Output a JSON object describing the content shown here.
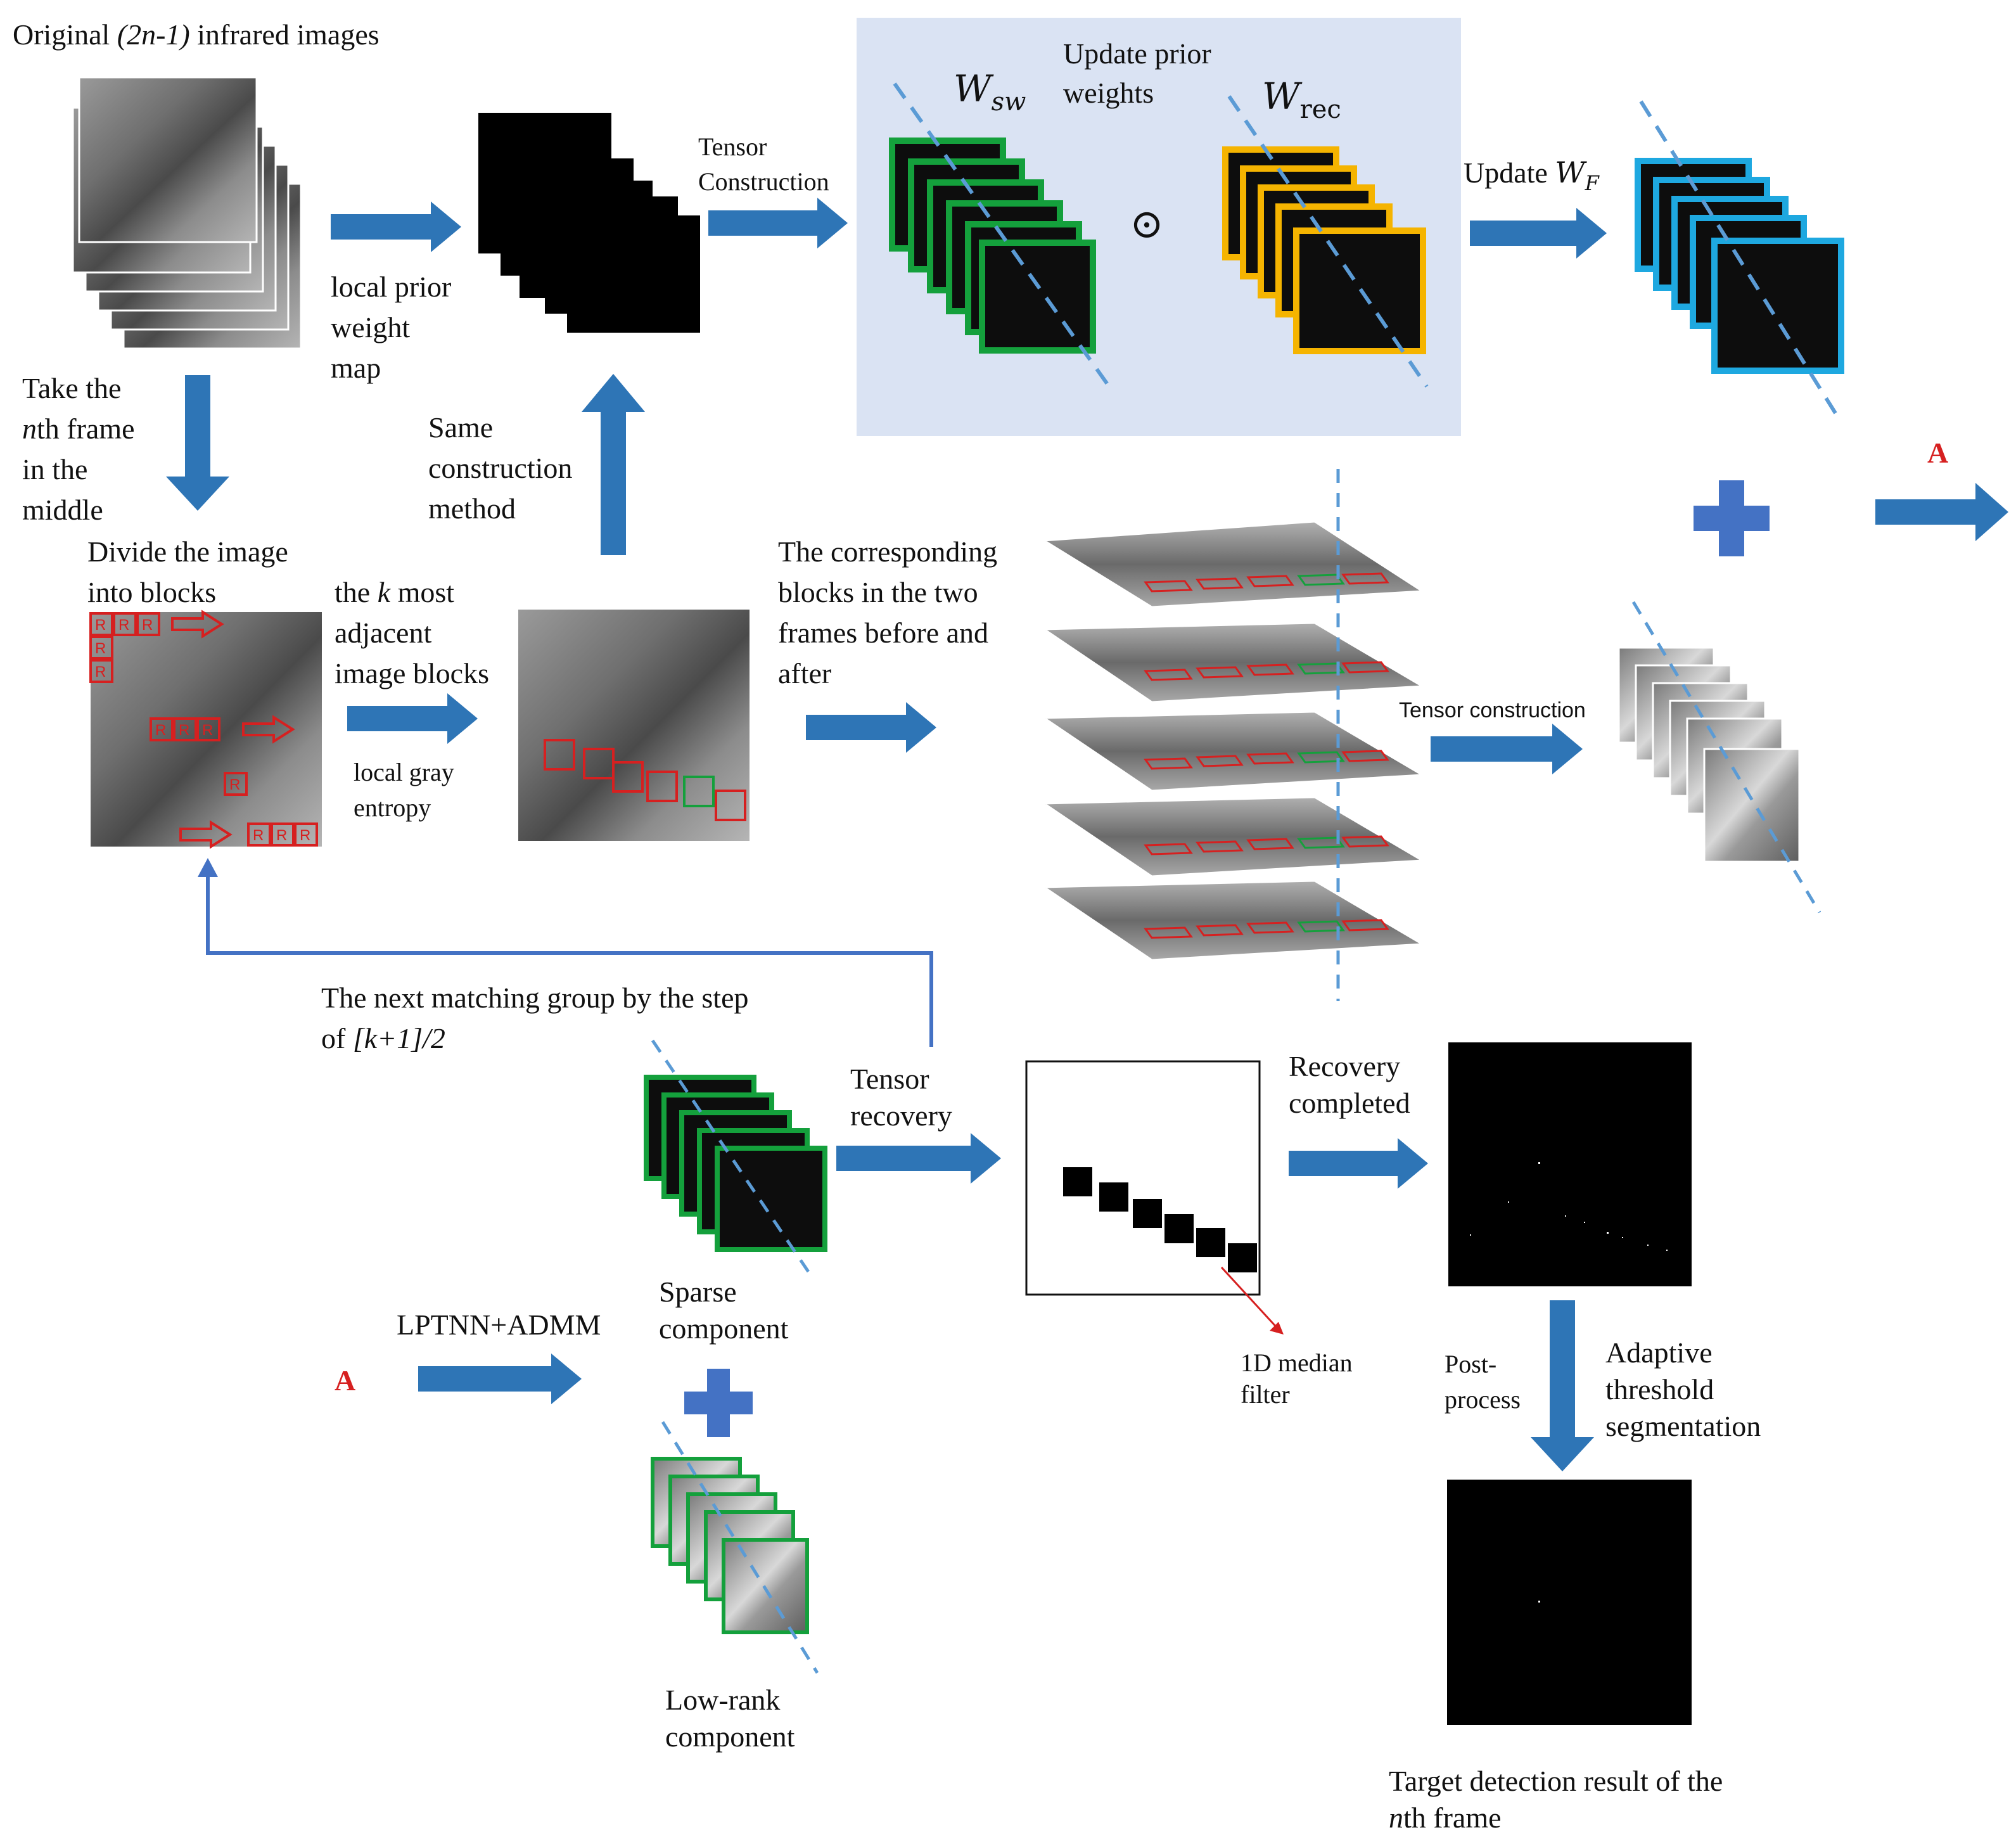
{
  "labels": {
    "original_prefix": "Original ",
    "original_italic": "(2n-1)",
    "original_suffix": " infrared images",
    "local_prior_1": "local prior",
    "local_prior_2": "weight",
    "local_prior_3": "map",
    "tensor_construction_1": "Tensor",
    "tensor_construction_2": "Construction",
    "update_prior_1": "Update prior",
    "update_prior_2": "weights",
    "w_sw": "W",
    "w_sw_sub": "sw",
    "w_rec": "W",
    "w_rec_sub": "rec",
    "odot": "⊙",
    "update_wf": "Update ",
    "wf": "W",
    "wf_sub": "F",
    "take_nth_1": "Take the",
    "take_nth_2a": "n",
    "take_nth_2b": "th frame",
    "take_nth_3": "in the",
    "take_nth_4": "middle",
    "same_construction_1": "Same",
    "same_construction_2": "construction",
    "same_construction_3": "method",
    "divide_1": "Divide the image",
    "divide_2": "into blocks",
    "k_most_1a": "the ",
    "k_most_1b": "k",
    "k_most_1c": " most",
    "k_most_2": "adjacent",
    "k_most_3": "image blocks",
    "local_gray_1": "local gray",
    "local_gray_2": "entropy",
    "corresponding_1": "The corresponding",
    "corresponding_2": "blocks in the two",
    "corresponding_3": "frames before and",
    "corresponding_4": "after",
    "tensor_construction_small": "Tensor construction",
    "marker_a": "A",
    "next_group_1": "The next matching group by the step",
    "next_group_2a": "of ",
    "next_group_2b": "[k+1]/2",
    "tensor_recovery_1": "Tensor",
    "tensor_recovery_2": "recovery",
    "recovery_completed_1": "Recovery",
    "recovery_completed_2": "completed",
    "lptnn_admm": "LPTNN+ADMM",
    "sparse_1": "Sparse",
    "sparse_2": "component",
    "lowrank_1": "Low-rank",
    "lowrank_2": "component",
    "median_1": "1D median",
    "median_2": "filter",
    "post_1": "Post-",
    "post_2": "process",
    "adaptive_1": "Adaptive",
    "adaptive_2": "threshold",
    "adaptive_3": "segmentation",
    "result_1": "Target detection result of the",
    "result_2a": "n",
    "result_2b": "th frame",
    "block_r": "R"
  },
  "colors": {
    "arrow": "#2e75b6",
    "panel": "#dae3f3",
    "green": "#14a03c",
    "orange": "#f5b400",
    "cyan": "#1ea8e0",
    "red": "#d62020",
    "plus": "#4472c4",
    "dash": "#5b9bd5"
  }
}
